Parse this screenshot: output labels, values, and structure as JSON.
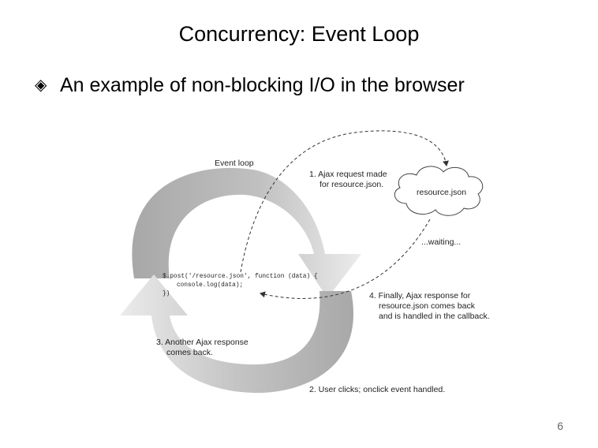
{
  "slide": {
    "title": "Concurrency: Event Loop",
    "bullet_glyph": "◈",
    "bullet_text": "An example of non-blocking I/O in the browser",
    "page_number": "6"
  },
  "diagram": {
    "event_loop_label": "Event loop",
    "cloud_label": "resource.json",
    "waiting_label": "...waiting...",
    "step1": [
      "1. Ajax request made",
      "for resource.json."
    ],
    "step2": [
      "2. User clicks; onclick event handled."
    ],
    "step3": [
      "3. Another Ajax response",
      "comes back."
    ],
    "step4": [
      "4. Finally, Ajax response for",
      "resource.json comes back",
      "and is handled in the callback."
    ],
    "code": [
      "$.post('/resource.json', function (data) {",
      "console.log(data);",
      "})"
    ],
    "colors": {
      "arrow_dark": "#a9a9a9",
      "arrow_light": "#d9d9d9",
      "dashed_line": "#333333"
    }
  }
}
